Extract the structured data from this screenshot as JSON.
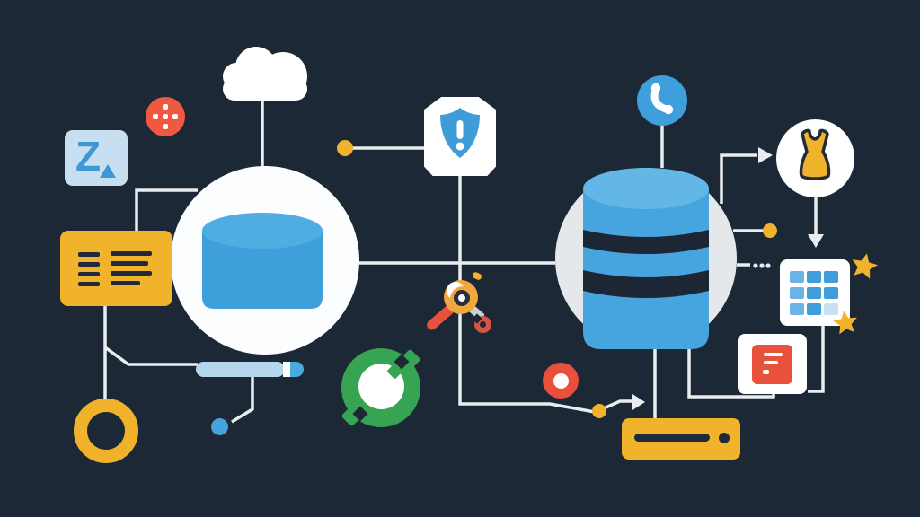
{
  "illustration": {
    "title": "data-pipeline-illustration",
    "background_color": "#1d2836",
    "connector_color": "#e9edf0",
    "z_tile": {
      "letter": "Z"
    },
    "colors": {
      "blue": "#3f9fda",
      "light_blue": "#b5d7ee",
      "tile_blue": "#c7dff1",
      "yellow": "#f1b32c",
      "red": "#e8513c",
      "green": "#36a452",
      "white": "#ffffff",
      "dark_navy": "#1d2836",
      "gray_circle": "#e5e8eb"
    },
    "node_names": [
      "letter-z-tile",
      "dots-circle",
      "cloud",
      "database-left",
      "list-card",
      "yellow-ring",
      "stylus-pen",
      "blue-dot",
      "sync-badge",
      "alert-shield",
      "magnifier",
      "phone-badge",
      "database-right",
      "target-marker",
      "server-bar",
      "vest-badge",
      "table-grid",
      "document-card",
      "star-1",
      "star-2",
      "ellipsis-dots",
      "connector-lines"
    ]
  }
}
